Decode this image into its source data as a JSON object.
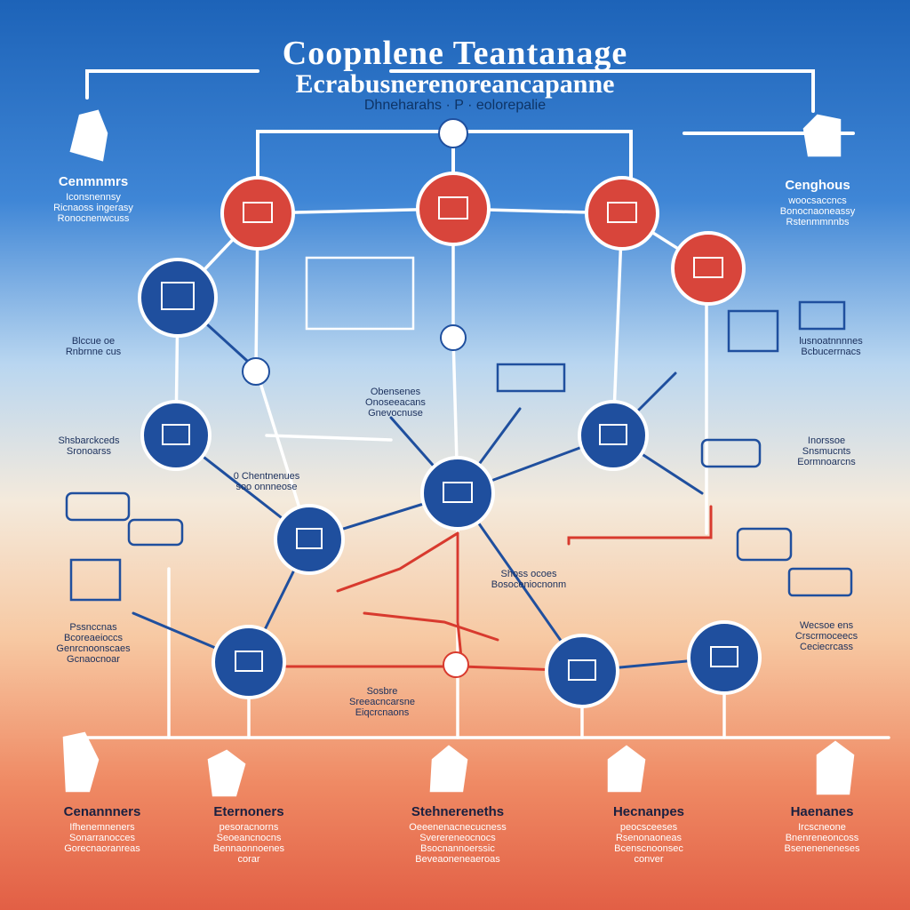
{
  "title": {
    "line1": "Coopnlene Teantanage",
    "line2": "Ecrabusnerenoreancapanne",
    "line3": "Dhneharahs · P · eolorepalie"
  },
  "colors": {
    "red_node": "#d8453b",
    "blue_node": "#1f4f9e",
    "node_border": "#ffffff",
    "line_white": "#ffffff",
    "line_red": "#d83a2e",
    "line_blue": "#1f4f9e"
  },
  "side_labels": [
    {
      "heading": "Cenmnmrs",
      "lines": [
        "Iconsnennsy",
        "Ricnaoss ingerasy",
        "Ronocnenwcuss"
      ]
    },
    {
      "heading": "Cenghous",
      "lines": [
        "woocsaccncs",
        "Bonocnaoneassy",
        "Rstenmmnnbs"
      ]
    },
    {
      "heading": "",
      "lines": [
        "Blccue oe",
        "Rnbrnne cus"
      ]
    },
    {
      "heading": "",
      "lines": [
        "lusnoatnnnnes",
        "Bcbucerrnacs"
      ]
    },
    {
      "heading": "",
      "lines": [
        "Shsbarckceds",
        "Sronoarss"
      ]
    },
    {
      "heading": "",
      "lines": [
        "Inorssoe",
        "Snsmucnts",
        "Eormnoarcns"
      ]
    },
    {
      "heading": "",
      "lines": [
        "Wecsoe ens",
        "Crscrmoceecs",
        "Ceciecrcass"
      ]
    },
    {
      "heading": "",
      "lines": [
        "Pssnccnas",
        "Bcoreaeioccs",
        "Genrcnoonscaes",
        "Gcnaocnoar"
      ]
    },
    {
      "heading": "",
      "lines": [
        "Obensenes",
        "Onoseeacans",
        "Gnevocnuse"
      ]
    },
    {
      "heading": "",
      "lines": [
        "Shoss ocoes",
        "Bosoceniocnonm"
      ]
    },
    {
      "heading": "",
      "lines": [
        "Sosbre",
        "Sreeacncarsne",
        "Eiqcrcnaons"
      ]
    }
  ],
  "bottom_labels": [
    {
      "heading": "Cenannners",
      "lines": [
        "Ifhenemneners",
        "Sonarranocces",
        "Gorecnaoranreas"
      ]
    },
    {
      "heading": "Eternoners",
      "lines": [
        "pesoracnorns",
        "Seoeancnocns",
        "Bennaonnoenes",
        "corar"
      ]
    },
    {
      "heading": "Stehnereneths",
      "lines": [
        "Oeeenenacnecucness",
        "Sverereneocnocs",
        "Bsocnannoerssic",
        "Beveaoneneaeroas"
      ]
    },
    {
      "heading": "Hecnanpes",
      "lines": [
        "peocsceeses",
        "Rsenonaoneas",
        "Bcenscnoonsec",
        "conver"
      ]
    },
    {
      "heading": "Haenanes",
      "lines": [
        "Ircscneone",
        "Bnenreneoncoss",
        "Bseneneneneses"
      ]
    }
  ],
  "node_labels": {
    "center_caption": "0 Chentnenues",
    "center_caption_sub": "soo onnneose"
  }
}
